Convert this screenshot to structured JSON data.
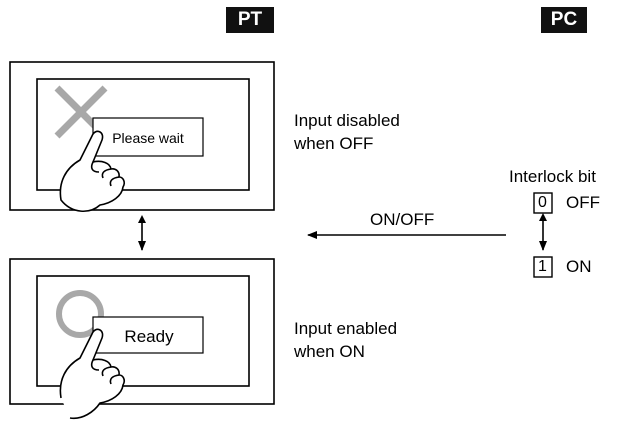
{
  "headers": {
    "pt": "PT",
    "pc": "PC"
  },
  "top_screen": {
    "message": "Please wait",
    "state_label_line1": "Input disabled",
    "state_label_line2": "when OFF",
    "mark_icon": "cross-icon"
  },
  "bottom_screen": {
    "message": "Ready",
    "state_label_line1": "Input enabled",
    "state_label_line2": "when ON",
    "mark_icon": "circle-icon"
  },
  "signal": {
    "label": "ON/OFF"
  },
  "interlock": {
    "title": "Interlock bit",
    "off_value": "0",
    "off_label": "OFF",
    "on_value": "1",
    "on_label": "ON"
  },
  "colors": {
    "mark_gray": "#a8a8a8",
    "badge_bg": "#111111"
  }
}
